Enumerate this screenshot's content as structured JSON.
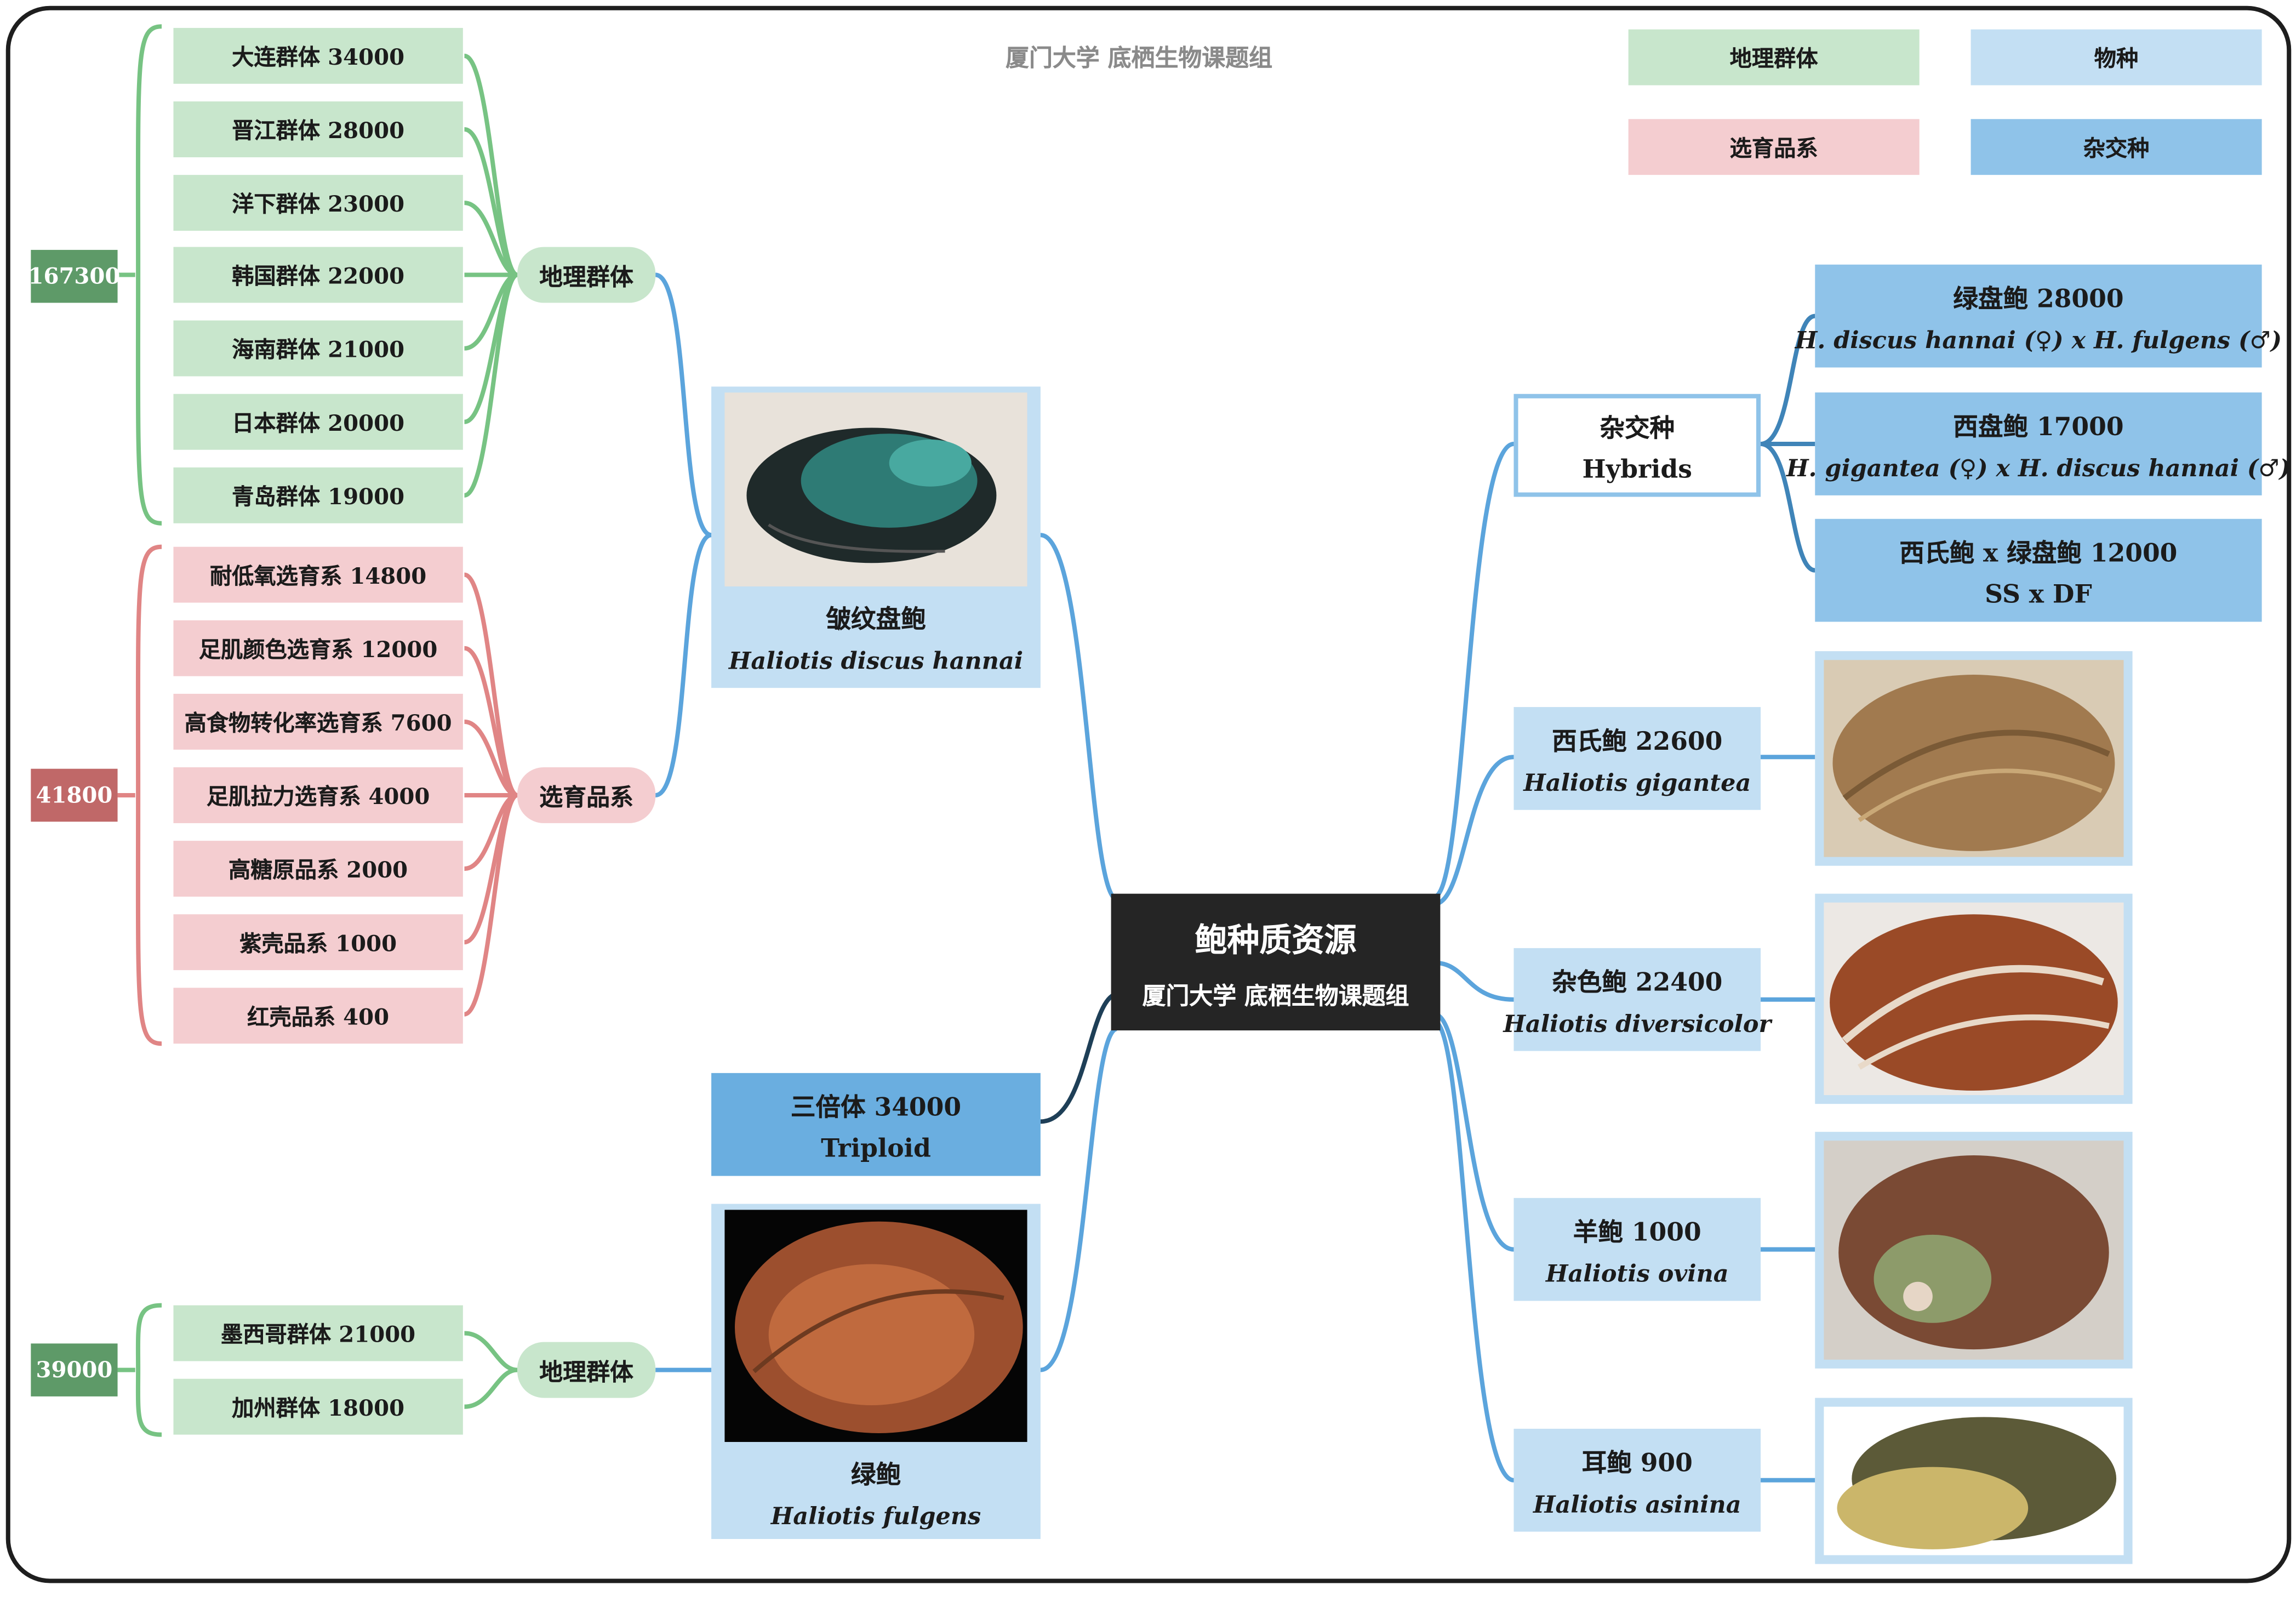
{
  "header_text": "厦门大学 底栖生物课题组",
  "legend": {
    "geo": "地理群体",
    "species": "物种",
    "selection": "选育品系",
    "hybrid": "杂交种"
  },
  "center": {
    "title": "鲍种质资源",
    "subtitle": "厦门大学 底栖生物课题组"
  },
  "left": {
    "group1": {
      "total": "167300",
      "hub": "地理群体",
      "items": [
        "大连群体 34000",
        "晋江群体 28000",
        "洋下群体 23000",
        "韩国群体 22000",
        "海南群体 21000",
        "日本群体 20000",
        "青岛群体 19000"
      ]
    },
    "group2": {
      "total": "41800",
      "hub": "选育品系",
      "items": [
        "耐低氧选育系 14800",
        "足肌颜色选育系 12000",
        "高食物转化率选育系 7600",
        "足肌拉力选育系 4000",
        "高糖原品系 2000",
        "紫壳品系 1000",
        "红壳品系 400"
      ]
    },
    "group3": {
      "total": "39000",
      "hub": "地理群体",
      "items": [
        "墨西哥群体 21000",
        "加州群体 18000"
      ]
    }
  },
  "species_left": {
    "discus": {
      "cn": "皱纹盘鲍",
      "sci": "Haliotis discus hannai"
    },
    "triploid": {
      "cn": "三倍体 34000",
      "en": "Triploid"
    },
    "fulgens": {
      "cn": "绿鲍",
      "sci": "Haliotis fulgens"
    }
  },
  "right": {
    "hybrids": {
      "cn": "杂交种",
      "en": "Hybrids",
      "items": [
        {
          "cn": "绿盘鲍 28000",
          "sci": "H. discus hannai (♀) x H. fulgens (♂)"
        },
        {
          "cn": "西盘鲍 17000",
          "sci": "H. gigantea (♀) x H. discus hannai (♂)"
        },
        {
          "cn": "西氏鲍 x 绿盘鲍 12000",
          "sci": "SS x DF"
        }
      ]
    },
    "species": [
      {
        "cn": "西氏鲍 22600",
        "sci": "Haliotis gigantea"
      },
      {
        "cn": "杂色鲍 22400",
        "sci": "Haliotis diversicolor"
      },
      {
        "cn": "羊鲍 1000",
        "sci": "Haliotis ovina"
      },
      {
        "cn": "耳鲍 900",
        "sci": "Haliotis asinina"
      }
    ]
  },
  "colors": {
    "geo_box": "#c8e6cc",
    "geo_line": "#77c383",
    "geo_total": "#5e9a68",
    "sel_box": "#f4cdd0",
    "sel_line": "#e08585",
    "sel_total": "#c06868",
    "species_box": "#c3dff3",
    "hybrid_box": "#8fc3e9",
    "triploid_box": "#6aaee0",
    "link_blue": "#5ba4dc",
    "center_bg": "#252525"
  }
}
